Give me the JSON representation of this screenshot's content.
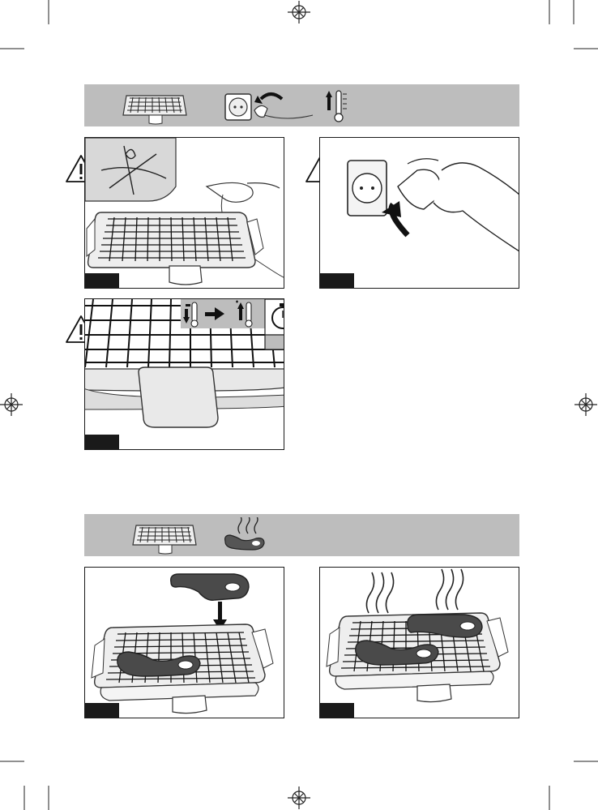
{
  "page": {
    "sections": [
      {
        "name": "preheat",
        "icons": [
          "grill-icon",
          "plug-in-icon",
          "thermostat-max-icon"
        ]
      },
      {
        "name": "cooking",
        "icons": [
          "grill-icon",
          "hot-steak-icon"
        ]
      }
    ],
    "figures": [
      {
        "id": "fig-cord-setup",
        "icons": [
          "cord-tie-inset",
          "warning-icon"
        ]
      },
      {
        "id": "fig-plug-in",
        "icons": [
          "wall-socket-icon",
          "warning-icon"
        ]
      },
      {
        "id": "fig-preheat-timer",
        "icons": [
          "thermostat-min-icon",
          "thermostat-max-icon",
          "timer-icon",
          "warning-icon"
        ]
      },
      {
        "id": "fig-place-steak",
        "icons": [
          "steak-icon",
          "down-arrow-icon"
        ]
      },
      {
        "id": "fig-cooking",
        "icons": [
          "steam-icon",
          "steak-icon"
        ]
      }
    ]
  }
}
